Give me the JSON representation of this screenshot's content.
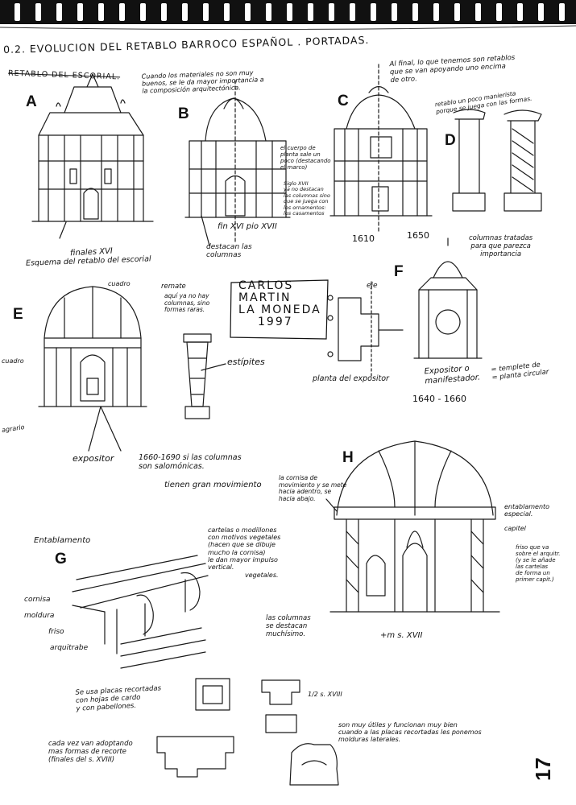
{
  "page": {
    "title": "0.2. EVOLUCION DEL RETABLO BARROCO ESPAÑOL . PORTADAS.",
    "subtitle": "RETABLO DEL ESCORIAL.",
    "page_number": "17"
  },
  "author_stamp": {
    "line1": "CARLOS",
    "line2": "MARTIN",
    "line3": "LA MONEDA",
    "line4": "1997"
  },
  "figures": {
    "A": "A",
    "B": "B",
    "C": "C",
    "D": "D",
    "E": "E",
    "F": "F",
    "G": "G",
    "H": "H"
  },
  "notes": {
    "intro": "Cuando los materiales no son muy\nbuenos, se le da mayor importancia a\nla composición arquitectónica.",
    "final": "Al final, lo que tenemos son retablos\nque se van apoyando uno encima\nde otro.",
    "manierista": "retablo un poco manierista\nporque se juega con las formas.",
    "cuerpo_planta": "el cuerpo de\nplanta sale un\npoco (destacando\nel marco)",
    "siglo_xvii": "Siglo XVII\nya no destacan\nlas columnas sino\nque se juega con\nlos ornamentos:\nlos casamentos",
    "finales_xvi": "finales XVI",
    "esquema": "Esquema del retablo del escorial",
    "fin_xvi": "fin XVI pio XVII",
    "destacan_columnas": "destacan las\ncolumnas",
    "y1650": "1650",
    "y1610": "1610",
    "columnas_tratadas": "columnas tratadas\npara que parezca\nimportancia",
    "cuadro": "cuadro",
    "remate": "remate",
    "remate_note": "aquí ya no hay\ncolumnas, sino\nformas raras.",
    "cuadro_left": "cuadro",
    "agrario": "agrario",
    "estipites": "estípites",
    "expositor_e": "expositor",
    "salomonicas": "1660-1690 si las columnas\nson salomónicas.",
    "movimiento": "tienen gran movimiento",
    "eje": "eje",
    "planta_expositor": "planta del expositor",
    "expositor_f": "Expositor o\nmanifestador.",
    "templete": "= templete de\n= planta circular",
    "y1640_1660": "1640 - 1660",
    "cornisa_note": "la cornisa de\nmovimiento y se mete\nhacia adentro, se\nhacia abajo.",
    "entablamento_h": "entablamento\nespecial.",
    "capitel": "capitel",
    "friso_note": "friso que va\nsobre el arquitr.\n(y se le añade\nlas cartelas\nde forma un\nprimer capit.)",
    "columnas_h": "las columnas\nse destacan\nmuchísimo.",
    "siglo_xvii_h": "+m   s. XVII",
    "entablamento_g": "Entablamento",
    "cartelas": "cartelas o modillones\ncon motivos vegetales\n(hacen que se dibuje\nmucho la cornisa)\nle dan mayor impulso\nvertical.",
    "vegetales": "vegetales.",
    "cornisa": "cornisa",
    "moldura": "moldura",
    "friso": "friso",
    "arquitrabe": "arquitrabe",
    "placas": "Se usa placas recortadas\ncon hojas de cardo\ny con pabellones.",
    "s_xviii_half": "1/2 s. XVIII",
    "adoptando": "cada vez van adoptando\nmas formas de recorte\n(finales del s. XVIII)",
    "utiles": "son muy útiles y funcionan muy bien\ncuando a las placas recortadas les ponemos\nmolduras laterales."
  }
}
